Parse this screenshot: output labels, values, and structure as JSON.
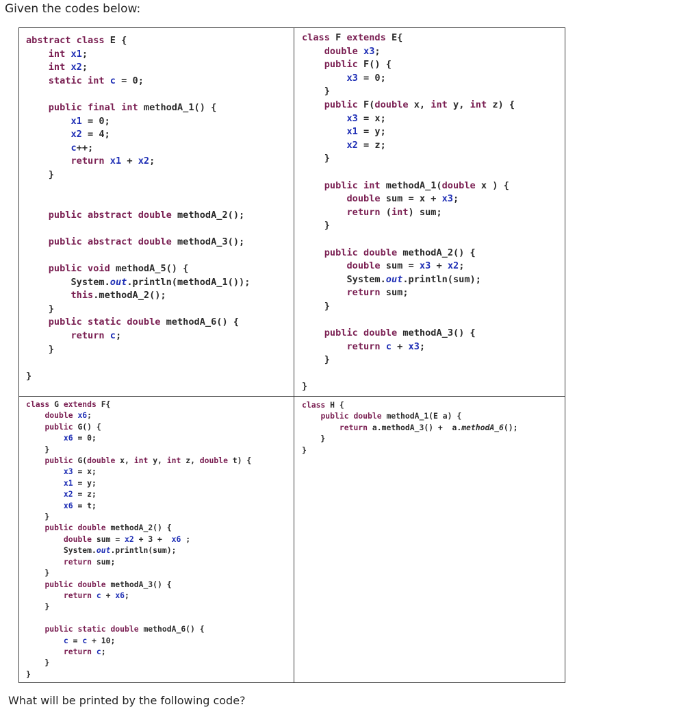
{
  "heading": "Given the codes below:",
  "footer": "What will be printed by the following code?",
  "cells": {
    "class_e": "<k>abstract class</k> E {\n    <k>int</k> <v>x1</v>;\n    <k>int</k> <v>x2</v>;\n    <k>static int</k> <v>c</v> = 0;\n\n    <k>public final int</k> methodA_1() {\n        <v>x1</v> = 0;\n        <v>x2</v> = 4;\n        <v>c</v>++;\n        <k>return</k> <v>x1</v> + <v>x2</v>;\n    }\n\n\n    <k>public abstract double</k> methodA_2();\n\n    <k>public abstract double</k> methodA_3();\n\n    <k>public void</k> methodA_5() {\n        System.<s>out</s>.println(methodA_1());\n        <k>this</k>.methodA_2();\n    }\n    <k>public static double</k> methodA_6() {\n        <k>return</k> <v>c</v>;\n    }\n\n}",
    "class_f": "<k>class</k> F <k>extends</k> E{\n    <k>double</k> <v>x3</v>;\n    <k>public</k> F() {\n        <v>x3</v> = 0;\n    }\n    <k>public</k> F(<k>double</k> x, <k>int</k> y, <k>int</k> z) {\n        <v>x3</v> = x;\n        <v>x1</v> = y;\n        <v>x2</v> = z;\n    }\n\n    <k>public int</k> methodA_1(<k>double</k> x ) {\n        <k>double</k> sum = x + <v>x3</v>;\n        <k>return</k> (<k>int</k>) sum;\n    }\n\n    <k>public double</k> methodA_2() {\n        <k>double</k> sum = <v>x3</v> + <v>x2</v>;\n        System.<s>out</s>.println(sum);\n        <k>return</k> sum;\n    }\n\n    <k>public double</k> methodA_3() {\n        <k>return</k> <v>c</v> + <v>x3</v>;\n    }\n\n}",
    "class_g": "<k>class</k> G <k>extends</k> F{\n    <k>double</k> <v>x6</v>;\n    <k>public</k> G() {\n        <v>x6</v> = 0;\n    }\n    <k>public</k> G(<k>double</k> x, <k>int</k> y, <k>int</k> z, <k>double</k> t) {\n        <v>x3</v> = x;\n        <v>x1</v> = y;\n        <v>x2</v> = z;\n        <v>x6</v> = t;\n    }\n    <k>public double</k> methodA_2() {\n        <k>double</k> sum = <v>x2</v> + 3 +  <v>x6</v> ;\n        System.<s>out</s>.println(sum);\n        <k>return</k> sum;\n    }\n    <k>public double</k> methodA_3() {\n        <k>return</k> <v>c</v> + <v>x6</v>;\n    }\n\n    <k>public static double</k> methodA_6() {\n        <v>c</v> = <v>c</v> + 10;\n        <k>return</k> <v>c</v>;\n    }\n}",
    "class_h": "<k>class</k> H {\n    <k>public double</k> methodA_1(E a) {\n        <k>return</k> a.methodA_3() +  a.<i>methodA_6</i>();\n    }\n}"
  }
}
